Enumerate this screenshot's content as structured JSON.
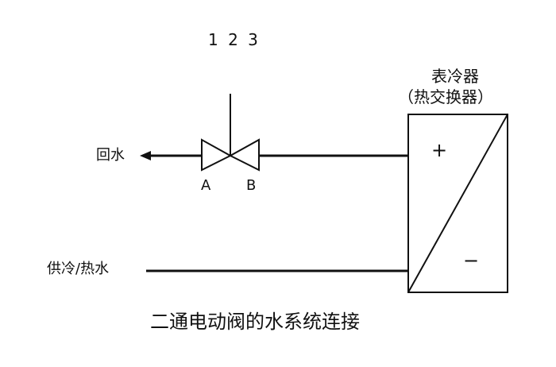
{
  "valve": {
    "numbers": "1 2 3",
    "port_a": "A",
    "port_b": "B"
  },
  "heat_exchanger": {
    "title": "表冷器",
    "subtitle": "（热交换器）",
    "plus": "+",
    "minus": "−"
  },
  "pipes": {
    "return_label": "回水",
    "supply_label": "供冷/热水"
  },
  "caption": "二通电动阀的水系统连接",
  "colors": {
    "line": "#111111",
    "background": "#ffffff"
  }
}
